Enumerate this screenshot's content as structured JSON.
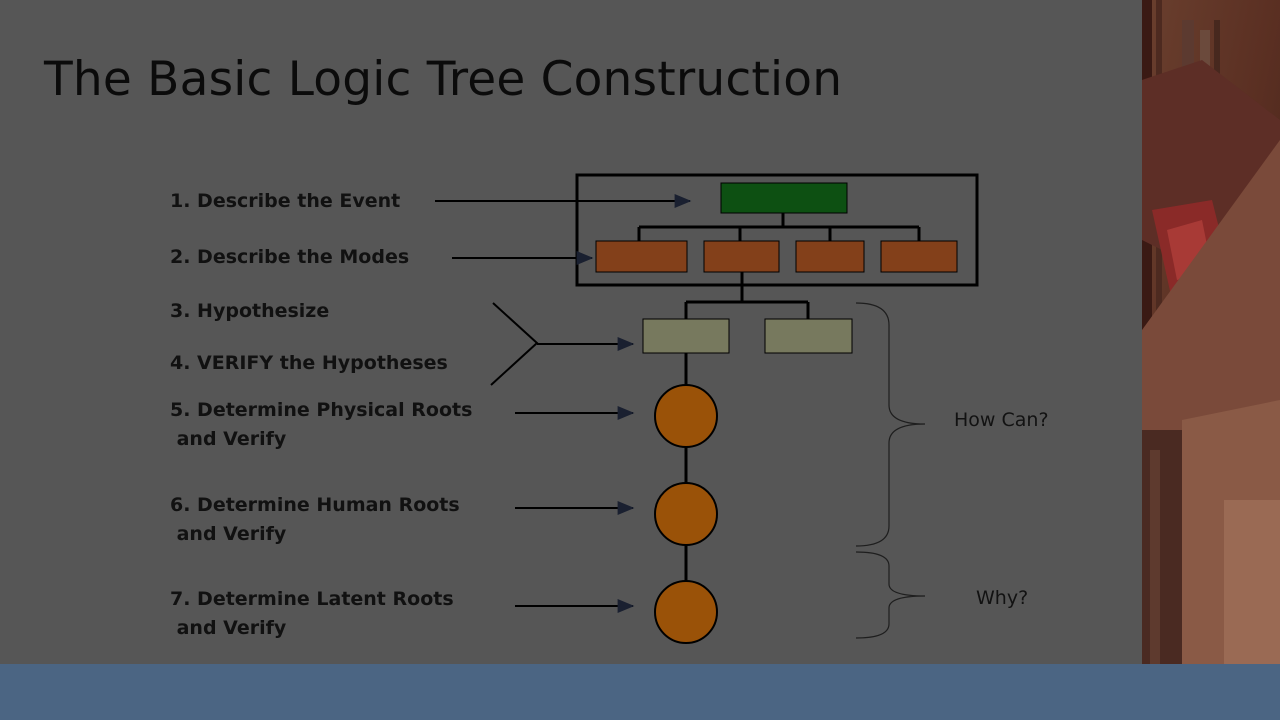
{
  "title": "The Basic Logic Tree Construction",
  "steps": [
    "1. Describe the Event",
    "2. Describe the Modes",
    "3. Hypothesize",
    "4. VERIFY the Hypotheses",
    "5. Determine Physical Roots\n and Verify",
    "6. Determine Human Roots\n and Verify",
    "7. Determine Latent Roots\n and Verify"
  ],
  "bracket_labels": {
    "how": "How Can?",
    "why": "Why?"
  },
  "colors": {
    "slide_bg": "#565656",
    "event_box": "#0d5012",
    "mode_box": "#83401a",
    "hypothesis_box": "#77795e",
    "root_circle": "#9a5208",
    "footer_bar": "#4b6583"
  },
  "diagram": {
    "event_count": 1,
    "mode_count": 4,
    "hypothesis_count": 2,
    "root_levels": 3
  }
}
